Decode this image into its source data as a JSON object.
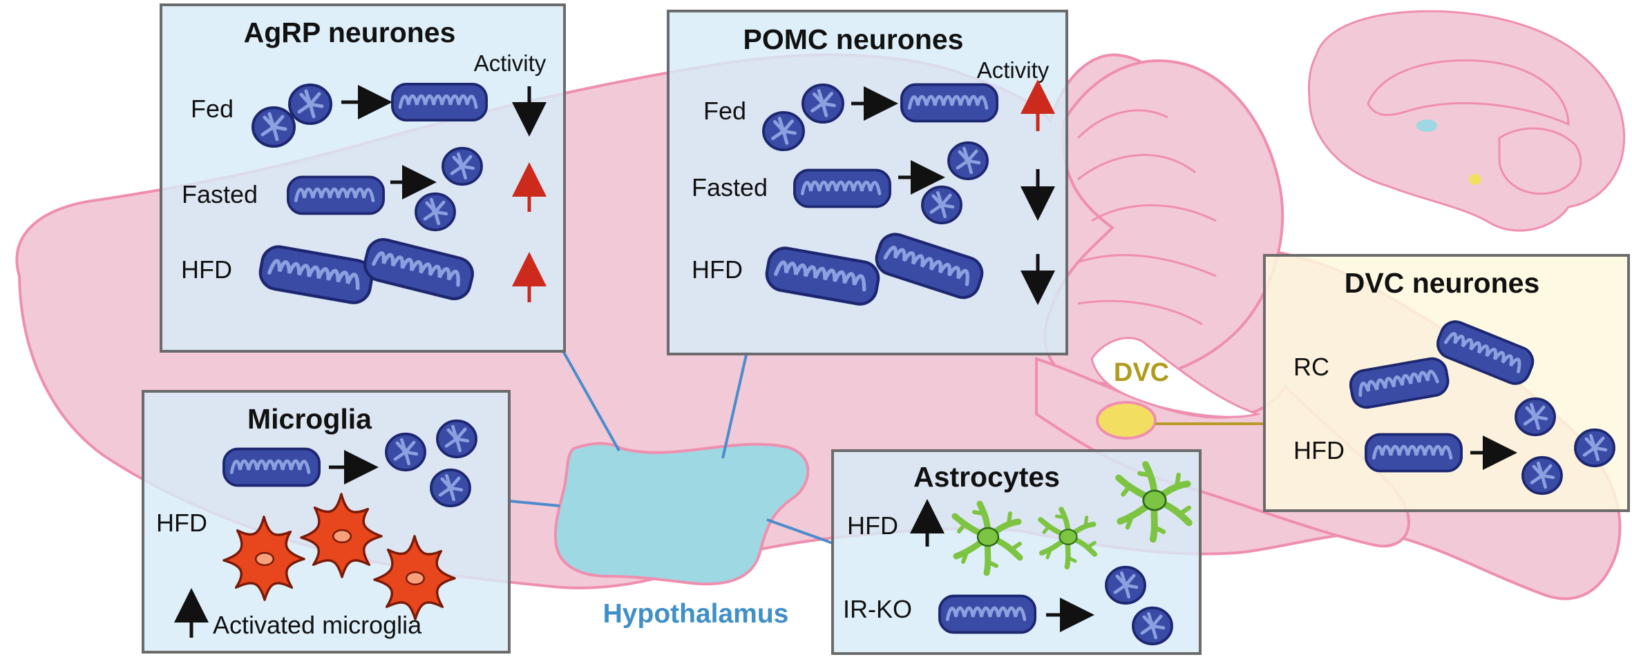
{
  "colors": {
    "brain_fill": "#f2c9d6",
    "brain_outline": "#ef8fb0",
    "panel_blue": "#d7ecf8",
    "panel_yellow": "#fdf8dd",
    "panel_border": "#6b6b6b",
    "mito_fill": "#3a4ba6",
    "mito_inner": "#8ca0e0",
    "mito_outline": "#1d2770",
    "arrow_black": "#111111",
    "arrow_red": "#cc2a1d",
    "hypothalamus_fill": "#9ed8e2",
    "hypothalamus_label": "#3f8fc8",
    "connector_blue": "#4a8ccc",
    "dvc_fill": "#f2df62",
    "dvc_label": "#b09b1d",
    "dvc_connector": "#b89a2b",
    "microglia_fill": "#e8461c",
    "astrocyte_fill": "#7cc441"
  },
  "regions": {
    "hypothalamus": "Hypothalamus",
    "dvc": "DVC"
  },
  "agrp": {
    "title": "AgRP neurones",
    "activity_label": "Activity",
    "rows": [
      {
        "condition": "Fed",
        "activity": "down"
      },
      {
        "condition": "Fasted",
        "activity": "up"
      },
      {
        "condition": "HFD",
        "activity": "up"
      }
    ]
  },
  "pomc": {
    "title": "POMC neurones",
    "activity_label": "Activity",
    "rows": [
      {
        "condition": "Fed",
        "activity": "up"
      },
      {
        "condition": "Fasted",
        "activity": "down"
      },
      {
        "condition": "HFD",
        "activity": "down"
      }
    ]
  },
  "microglia": {
    "title": "Microglia",
    "condition": "HFD",
    "note": "Activated microglia"
  },
  "astrocytes": {
    "title": "Astrocytes",
    "condition_1": "HFD",
    "condition_2": "IR-KO"
  },
  "dvc_panel": {
    "title": "DVC neurones",
    "condition_1": "RC",
    "condition_2": "HFD"
  }
}
